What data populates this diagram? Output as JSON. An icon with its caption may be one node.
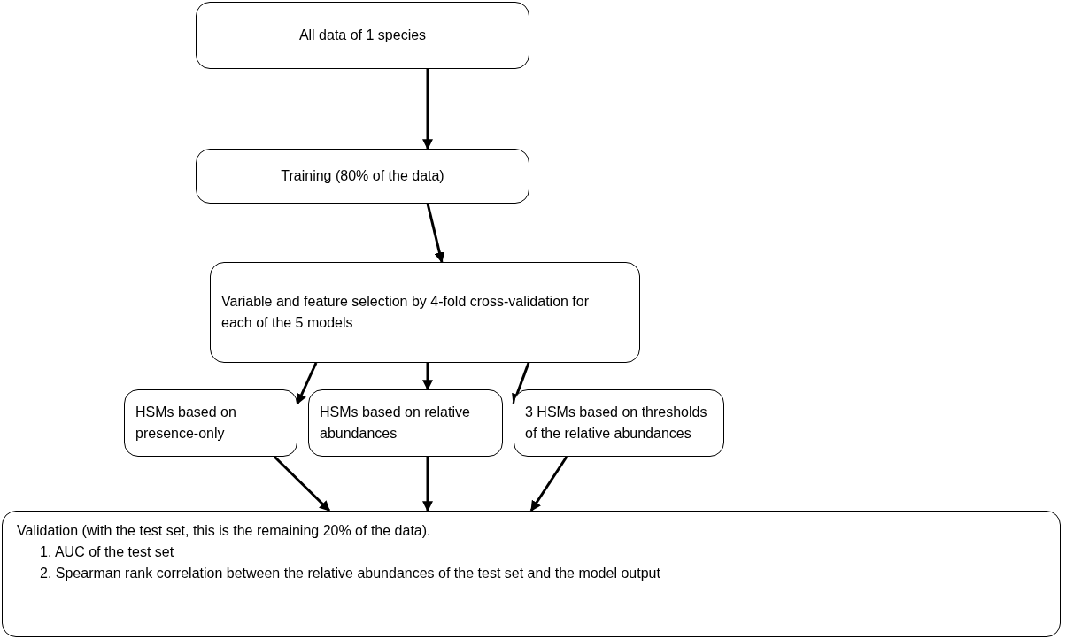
{
  "diagram": {
    "nodes": [
      {
        "text": [
          "All data of 1 species"
        ]
      },
      {
        "text": [
          "Training (80% of the data)"
        ]
      },
      {
        "text": [
          "Variable and feature selection by 4-fold cross-validation for each of the 5 models"
        ]
      },
      {
        "text": [
          "HSMs based on presence-only"
        ]
      },
      {
        "text": [
          "HSMs based on relative abundances"
        ]
      },
      {
        "text": [
          "3 HSMs based on thresholds of the relative abundances"
        ]
      },
      {
        "text": [
          "Validation (with the test set, this is the remaining 20% of the data).",
          "1. AUC of the test set",
          "2. Spearman rank correlation between the relative abundances of the test set and the model output"
        ]
      }
    ],
    "edges": [
      {
        "from": 0,
        "to": 1,
        "arrow": "to"
      },
      {
        "from": 1,
        "to": 2,
        "arrow": "to"
      },
      {
        "from": 2,
        "to": 3,
        "arrow": "to"
      },
      {
        "from": 2,
        "to": 4,
        "arrow": "to"
      },
      {
        "from": 2,
        "to": 5,
        "arrow": "to"
      },
      {
        "from": 3,
        "to": 6,
        "arrow": "to"
      },
      {
        "from": 4,
        "to": 6,
        "arrow": "to"
      },
      {
        "from": 5,
        "to": 6,
        "arrow": "to"
      }
    ]
  }
}
